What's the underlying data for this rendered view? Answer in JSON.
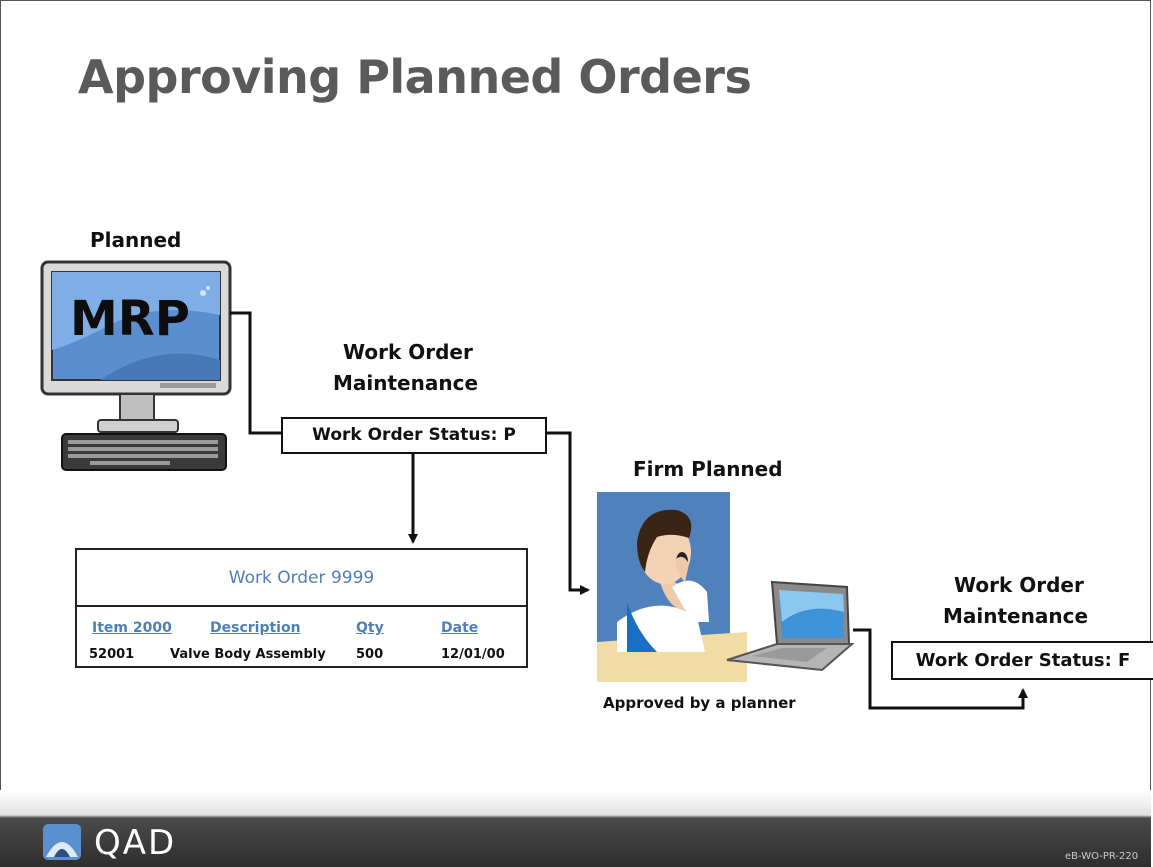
{
  "title": "Approving Planned Orders",
  "planned_label": "Planned",
  "mrp_text": "MRP",
  "wom1": {
    "line1": "Work Order",
    "line2": "Maintenance"
  },
  "status_p": "Work Order Status: P",
  "firm_planned_label": "Firm Planned",
  "approved_caption": "Approved by a planner",
  "wom2": {
    "line1": "Work Order",
    "line2": "Maintenance"
  },
  "status_f": "Work Order Status: F",
  "work_order": {
    "title": "Work Order 9999",
    "headers": [
      "Item 2000",
      "Description",
      "Qty",
      "Date"
    ],
    "row": [
      "52001",
      "Valve Body Assembly",
      "500",
      "12/01/00"
    ]
  },
  "footer": {
    "logo": "QAD",
    "code": "eB-WO-PR-220"
  },
  "colors": {
    "title": "#5a5a5a",
    "link_blue": "#4f7fb8",
    "footer": "#2e2e2e"
  },
  "icons": [
    "computer-monitor-icon",
    "keyboard-icon",
    "person-on-phone-icon",
    "laptop-icon",
    "qad-logo-icon"
  ]
}
